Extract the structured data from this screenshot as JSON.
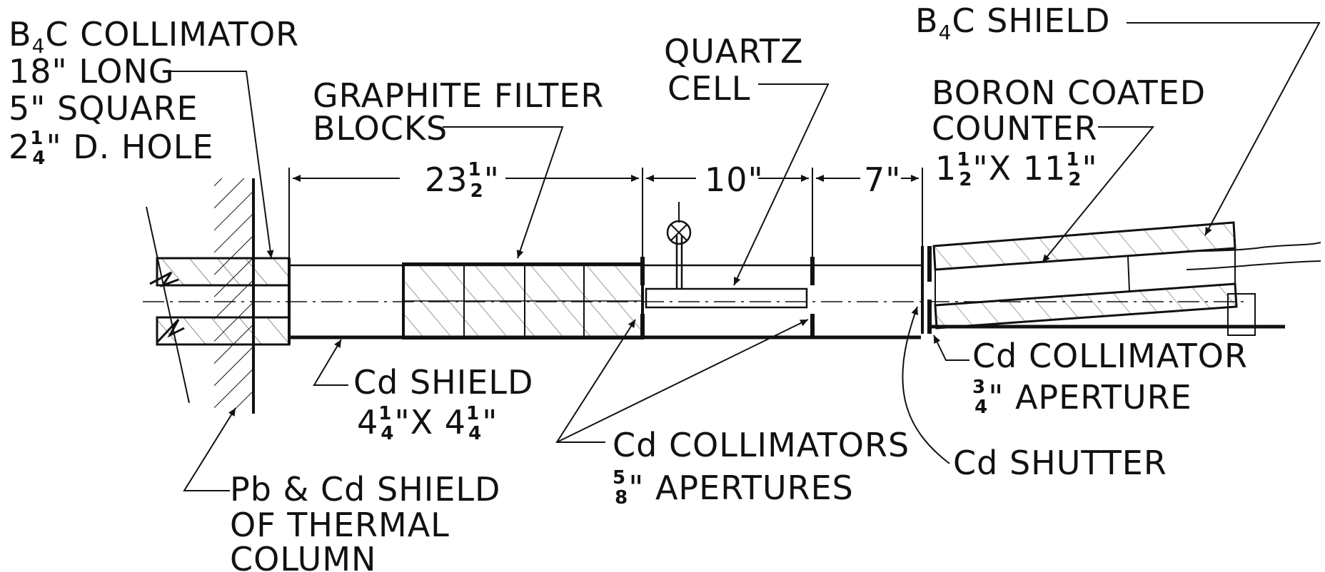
{
  "labels": {
    "b4c_collimator": {
      "line1": "B",
      "line1_sub": "4",
      "line1_rest": "C  COLLIMATOR",
      "line2": "18\" LONG",
      "line3": "5\" SQUARE",
      "line4_whole": "2",
      "line4_num": "1",
      "line4_den": "4",
      "line4_rest": "\" D. HOLE"
    },
    "graphite_filter": {
      "line1": "GRAPHITE  FILTER",
      "line2": "BLOCKS"
    },
    "quartz_cell": {
      "line1": "QUARTZ",
      "line2": "CELL"
    },
    "b4c_shield": {
      "b": "B",
      "sub": "4",
      "rest": "C  SHIELD"
    },
    "boron_counter": {
      "line1": "BORON  COATED",
      "line2": "COUNTER",
      "line3_whole1": "1",
      "line3_num1": "1",
      "line3_den1": "2",
      "line3_mid": "\"X 11",
      "line3_num2": "1",
      "line3_den2": "2",
      "line3_end": "\""
    },
    "cd_shield": {
      "line1": "Cd  SHIELD",
      "w1": "4",
      "n1": "1",
      "d1": "4",
      "mid": "\"X 4",
      "n2": "1",
      "d2": "4",
      "end": "\""
    },
    "pb_cd_shield": {
      "line1": "Pb & Cd  SHIELD",
      "line2": "OF  THERMAL",
      "line3": "COLUMN"
    },
    "cd_collimators": {
      "line1": "Cd  COLLIMATORS",
      "num": "5",
      "den": "8",
      "line2": "\" APERTURES"
    },
    "cd_collimator": {
      "line1": "Cd  COLLIMATOR",
      "num": "3",
      "den": "4",
      "line2": "\" APERTURE"
    },
    "cd_shutter": {
      "line1": "Cd  SHUTTER"
    }
  },
  "dimensions": {
    "d1_whole": "23",
    "d1_num": "1",
    "d1_den": "2",
    "d1_end": "\"",
    "d2": "10\"",
    "d3": "7\""
  }
}
